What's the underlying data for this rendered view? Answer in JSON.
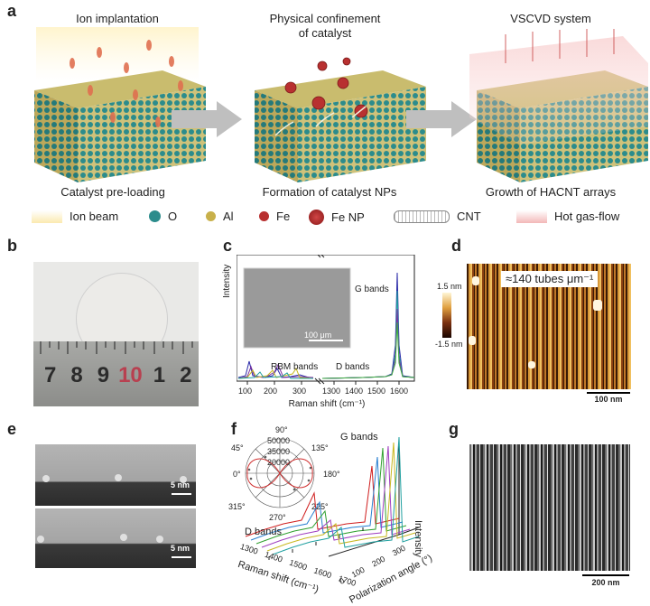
{
  "panel_a": {
    "label": "a",
    "step1_title": "Ion implantation",
    "step1_caption": "Catalyst pre-loading",
    "step2_title_line1": "Physical confinement",
    "step2_title_line2": "of catalyst",
    "step2_caption": "Formation of catalyst NPs",
    "step3_title": "VSCVD system",
    "step3_caption": "Growth of HACNT arrays",
    "legend": [
      "Ion beam",
      "O",
      "Al",
      "Fe",
      "Fe NP",
      "CNT",
      "Hot gas-flow"
    ]
  },
  "panel_b": {
    "label": "b",
    "ruler_digits": [
      "7",
      "8",
      "9",
      "10",
      "1",
      "2"
    ]
  },
  "panel_c": {
    "label": "c",
    "ylabel": "Intensity",
    "xlabel": "Raman shift (cm⁻¹)",
    "ticks_left": [
      "100",
      "200",
      "300"
    ],
    "ticks_right": [
      "1300",
      "1400",
      "1500",
      "1600"
    ],
    "inset_scalebar": "100 μm",
    "annotations": [
      "G bands",
      "RBM bands",
      "D bands"
    ]
  },
  "panel_d": {
    "label": "d",
    "colorbar_max": "1.5 nm",
    "colorbar_min": "-1.5 nm",
    "density": "≈140 tubes μm⁻¹",
    "scalebar": "100 nm"
  },
  "panel_e": {
    "label": "e",
    "scalebar_top": "5 nm",
    "scalebar_bottom": "5 nm"
  },
  "panel_f": {
    "label": "f",
    "polar_angles": [
      "90°",
      "45°",
      "135°",
      "0°",
      "180°",
      "315°",
      "225°",
      "270°"
    ],
    "polar_rings": [
      "50000",
      "35000",
      "20000"
    ],
    "annotations": [
      "G bands",
      "D bands"
    ],
    "zlabel": "Intensity",
    "xlabel": "Raman shift (cm⁻¹)",
    "ylabel": "Polarization angle (°)",
    "x_ticks": [
      "1300",
      "1400",
      "1500",
      "1600",
      "1700"
    ],
    "y_ticks": [
      "0",
      "100",
      "200",
      "300"
    ]
  },
  "panel_g": {
    "label": "g",
    "scalebar": "200 nm"
  },
  "colors": {
    "cube_teal": "#2c8c8c",
    "cube_gold": "#c8b04a",
    "fe_red": "#b83030",
    "arrow_grey": "#bfbfbf",
    "afm_dark": "#3a1a05",
    "afm_light": "#f0c060"
  }
}
